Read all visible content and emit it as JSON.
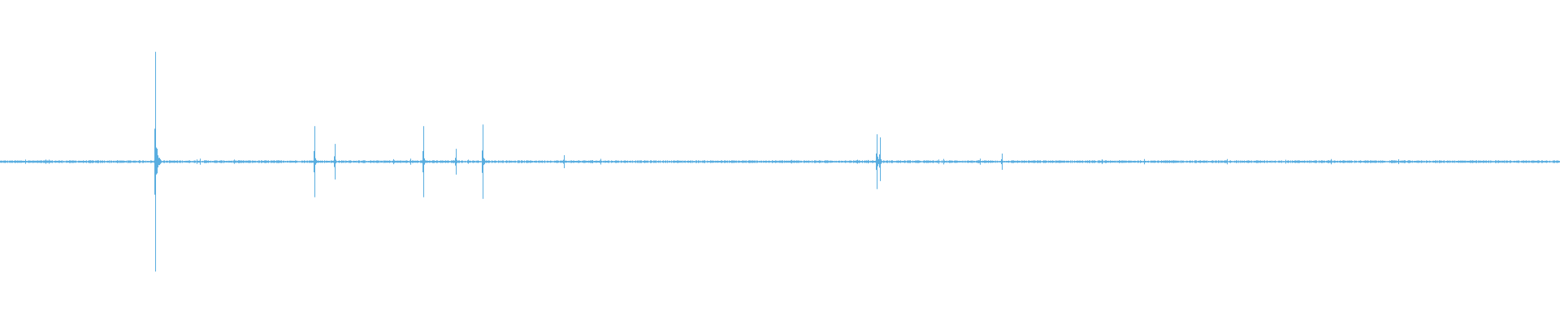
{
  "waveform": {
    "color": "#5aaee0",
    "background": "#ffffff",
    "peaks": [
      {
        "t": 0.0995,
        "amp": 0.68,
        "neg": 0.68,
        "tail": 0.06
      },
      {
        "t": 0.2015,
        "amp": 0.22,
        "neg": 0.22,
        "tail": 0.03
      },
      {
        "t": 0.2145,
        "amp": 0.11,
        "neg": 0.11,
        "tail": 0.02
      },
      {
        "t": 0.2715,
        "amp": 0.22,
        "neg": 0.22,
        "tail": 0.03
      },
      {
        "t": 0.292,
        "amp": 0.08,
        "neg": 0.08,
        "tail": 0.01
      },
      {
        "t": 0.3095,
        "amp": 0.23,
        "neg": 0.23,
        "tail": 0.03
      },
      {
        "t": 0.3615,
        "amp": 0.04,
        "neg": 0.04,
        "tail": 0.01
      },
      {
        "t": 0.562,
        "amp": 0.17,
        "neg": 0.17,
        "tail": 0.04
      },
      {
        "t": 0.564,
        "amp": 0.15,
        "neg": 0.12,
        "tail": 0.02
      },
      {
        "t": 0.642,
        "amp": 0.05,
        "neg": 0.05,
        "tail": 0.01
      }
    ],
    "noise_floor": 0.006
  }
}
